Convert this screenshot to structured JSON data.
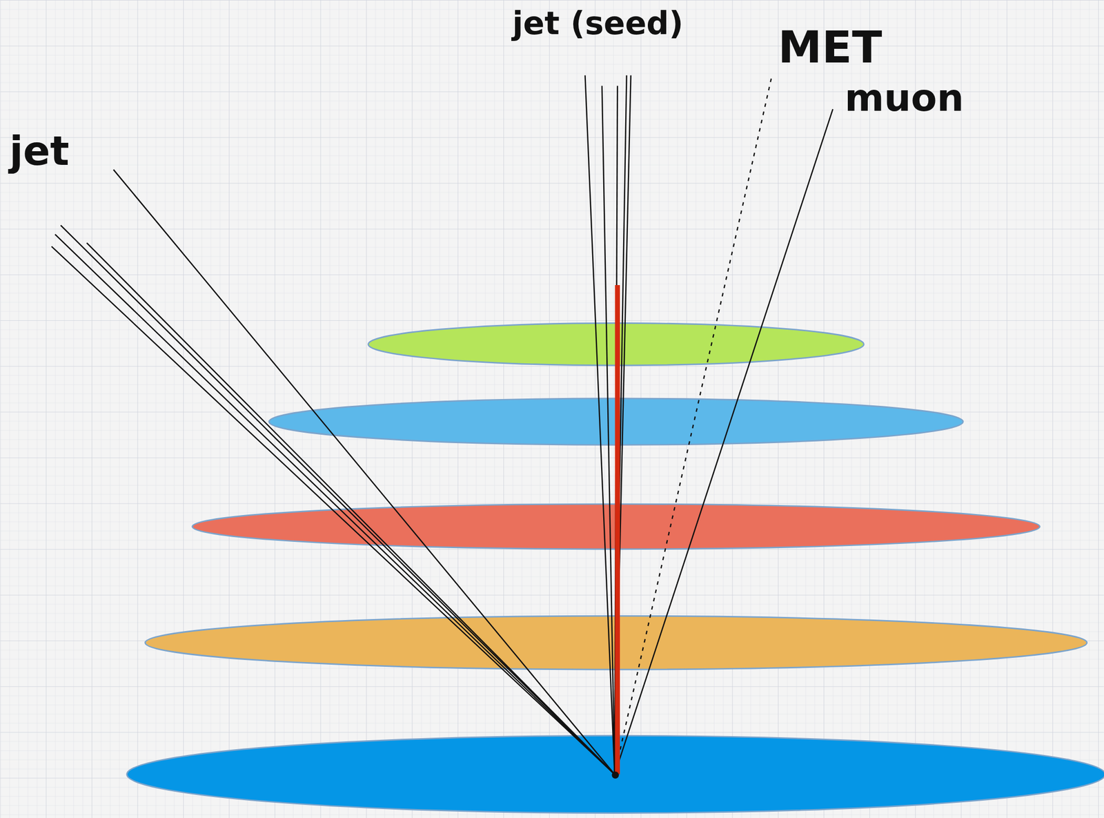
{
  "diagram": {
    "labels": [
      "jet (seed)",
      "MET",
      "muon",
      "jet"
    ]
  }
}
